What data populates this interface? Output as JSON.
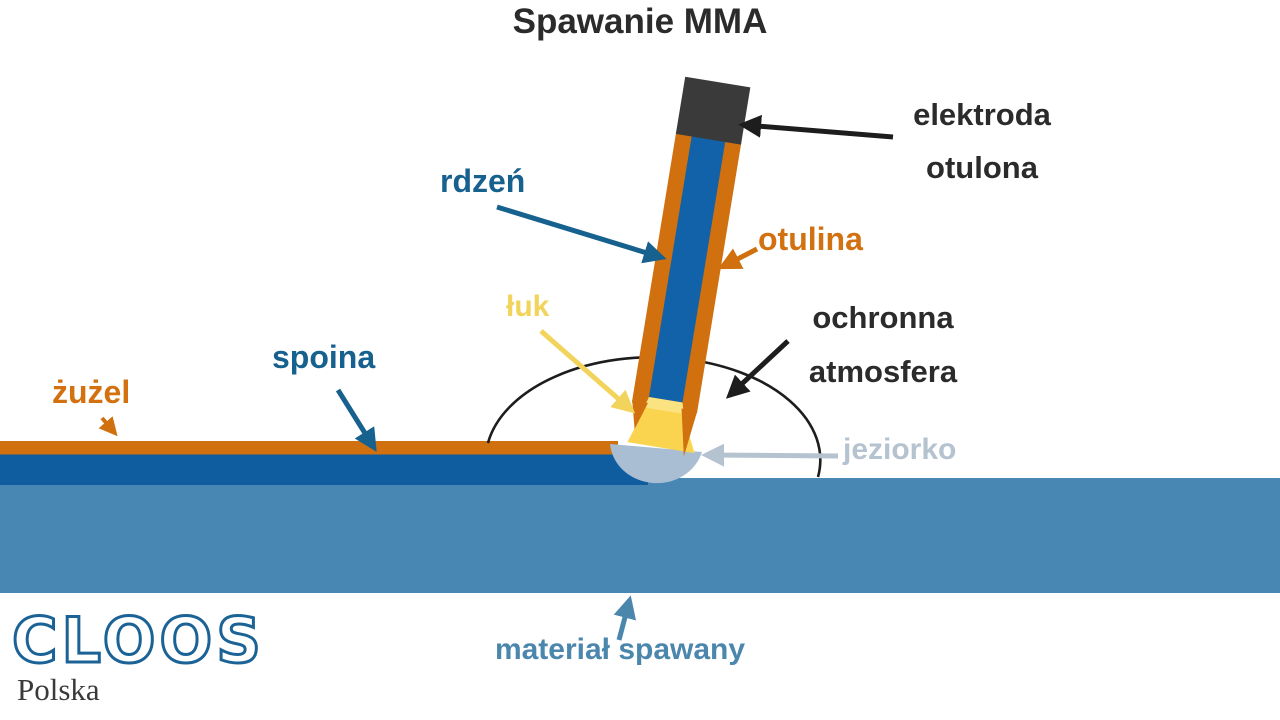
{
  "title": "Spawanie MMA",
  "labels": {
    "elektroda_line1": "elektroda",
    "elektroda_line2": "otulona",
    "rdzen": "rdzeń",
    "otulina": "otulina",
    "luk": "łuk",
    "atmosfera_line1": "ochronna",
    "atmosfera_line2": "atmosfera",
    "spoina": "spoina",
    "zuzel": "żużel",
    "jeziorko": "jeziorko",
    "material": "materiał spawany"
  },
  "logo": {
    "brand": "CLOOS",
    "subtitle": "Polska"
  },
  "colors": {
    "title_text": "#2B2B2B",
    "orange": "#D0700F",
    "core_blue": "#1162A8",
    "weld_blue": "#0F5C9E",
    "base_blue": "#4886B4",
    "blue_label": "#17618F",
    "yellow": "#FBD44F",
    "yellow_light": "#FCE382",
    "yellow_label": "#F2D45C",
    "pool": "#A9BED3",
    "pool_label": "#B5C2CF",
    "steel_label": "#4B86AD",
    "cap_dark": "#3A3A3A",
    "black": "#1D1D1D",
    "logo_blue": "#1B6396"
  }
}
